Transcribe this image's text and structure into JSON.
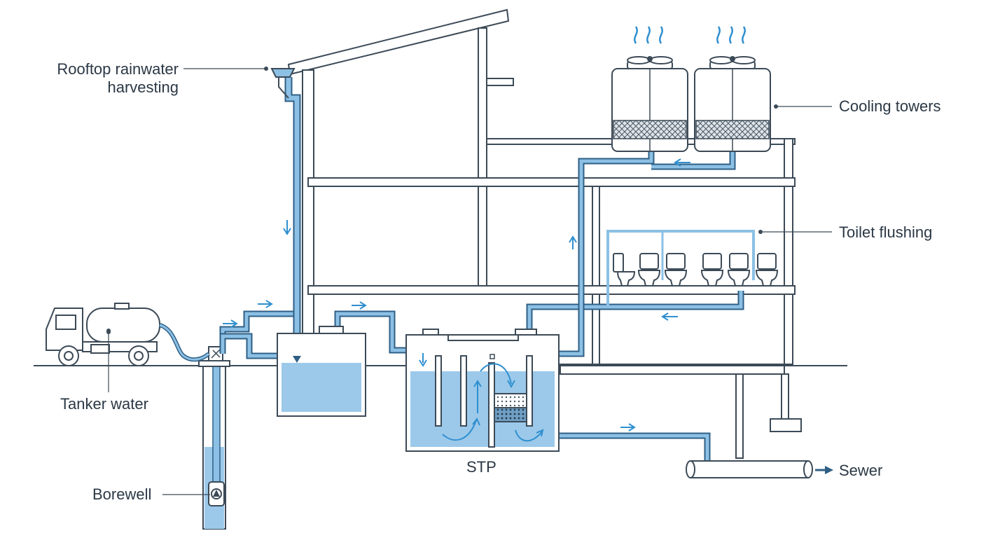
{
  "labels": {
    "rooftop_line1": "Rooftop rainwater",
    "rooftop_line2": "harvesting",
    "cooling": "Cooling towers",
    "toilet": "Toilet flushing",
    "tanker": "Tanker water",
    "borewell": "Borewell",
    "stp": "STP",
    "sewer": "Sewer"
  },
  "colors": {
    "line": "#3c4a57",
    "pipe": "#8cc0e4",
    "pipe_edge": "#2f5f86",
    "water": "#9cc9ea",
    "arrow": "#2f8fcf",
    "grey": "#d8dde2"
  },
  "icons": [
    "water-tanker-truck-icon",
    "cooling-tower-fan-icon",
    "toilet-icon",
    "pump-icon",
    "valve-icon",
    "steam-icon"
  ]
}
